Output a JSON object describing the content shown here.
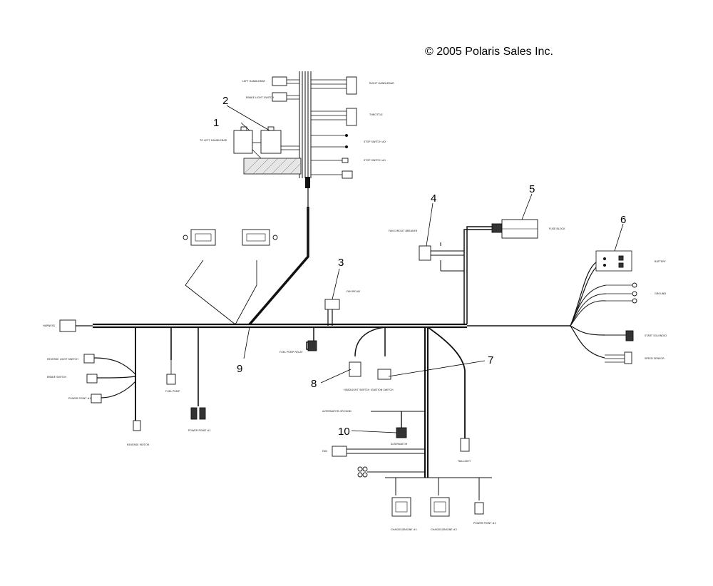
{
  "copyright": "© 2005 Polaris Sales Inc.",
  "callouts": {
    "c1": "1",
    "c2": "2",
    "c3": "3",
    "c4": "4",
    "c5": "5",
    "c6": "6",
    "c7": "7",
    "c8": "8",
    "c9": "9",
    "c10": "10"
  },
  "labels": {
    "left_handlebar": "LEFT HANDLEBAR",
    "to_left_handlebar": "TO LEFT HANDLEBAR",
    "brake_light_switch": "BRAKE LIGHT SWITCH",
    "right_handlebar": "RIGHT HANDLEBAR",
    "throttle": "THROTTLE",
    "stop_switch_1": "STOP SWITCH #2",
    "stop_switch_2": "STOP SWITCH #1",
    "fuse_block": "FUSE BLOCK",
    "circuit_breaker": "FAN CIRCUIT BREAKER",
    "fan_relay": "FAN RELAY",
    "fuel_pump_relay": "FUEL PUMP RELAY",
    "harness": "HARNESS",
    "battery": "BATTERY",
    "start_solenoid": "START SOLENOID",
    "ground": "GROUND",
    "speed_sensor": "SPEED SENSOR",
    "reverse_light": "REVERSE LIGHT SWITCH",
    "fuel_pump": "FUEL PUMP",
    "reverse_motor": "REVERSE MOTOR",
    "power_point": "POWER POINT #1",
    "power_point_2": "POWER POINT #2",
    "brake_switch": "BRAKE SWITCH",
    "alternator_ground": "ALTERNATOR GROUND",
    "alternator": "ALTERNATOR",
    "taillight": "TAILLIGHT",
    "fan": "FAN",
    "headlight_switch": "HEADLIGHT SWITCH",
    "chassis_1": "CHASSIS/ENGINE #1",
    "chassis_2": "CHASSIS/ENGINE #2",
    "switch_cluster": "IGNITION SWITCH"
  }
}
